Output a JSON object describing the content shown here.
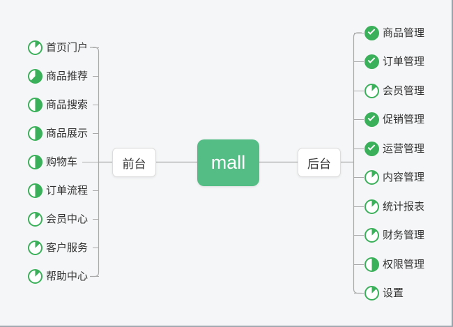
{
  "root": {
    "label": "mall"
  },
  "front_desk": {
    "label": "前台",
    "items": [
      {
        "label": "首页门户",
        "icon": {
          "type": "progress",
          "percent": 12.5
        }
      },
      {
        "label": "商品推荐",
        "icon": {
          "type": "progress",
          "percent": 62.5
        }
      },
      {
        "label": "商品搜索",
        "icon": {
          "type": "progress",
          "percent": 50
        }
      },
      {
        "label": "商品展示",
        "icon": {
          "type": "progress",
          "percent": 50
        }
      },
      {
        "label": "购物车",
        "icon": {
          "type": "progress",
          "percent": 50
        }
      },
      {
        "label": "订单流程",
        "icon": {
          "type": "progress",
          "percent": 50
        }
      },
      {
        "label": "会员中心",
        "icon": {
          "type": "progress",
          "percent": 12.5
        }
      },
      {
        "label": "客户服务",
        "icon": {
          "type": "progress",
          "percent": 12.5
        }
      },
      {
        "label": "帮助中心",
        "icon": {
          "type": "progress",
          "percent": 12.5
        }
      }
    ]
  },
  "back_desk": {
    "label": "后台",
    "items": [
      {
        "label": "商品管理",
        "icon": {
          "type": "done"
        }
      },
      {
        "label": "订单管理",
        "icon": {
          "type": "done"
        }
      },
      {
        "label": "会员管理",
        "icon": {
          "type": "progress",
          "percent": 12.5
        }
      },
      {
        "label": "促销管理",
        "icon": {
          "type": "done"
        }
      },
      {
        "label": "运营管理",
        "icon": {
          "type": "done"
        }
      },
      {
        "label": "内容管理",
        "icon": {
          "type": "progress",
          "percent": 12.5
        }
      },
      {
        "label": "统计报表",
        "icon": {
          "type": "progress",
          "percent": 12.5
        }
      },
      {
        "label": "财务管理",
        "icon": {
          "type": "progress",
          "percent": 12.5
        }
      },
      {
        "label": "权限管理",
        "icon": {
          "type": "progress",
          "percent": 50
        }
      },
      {
        "label": "设置",
        "icon": {
          "type": "progress",
          "percent": 12.5
        }
      }
    ]
  },
  "colors": {
    "icon_green": "#3bb05a",
    "node_green": "#54bd85",
    "line_gray": "#a9a9a9",
    "text": "#333333",
    "background": "#f5f6f7"
  }
}
